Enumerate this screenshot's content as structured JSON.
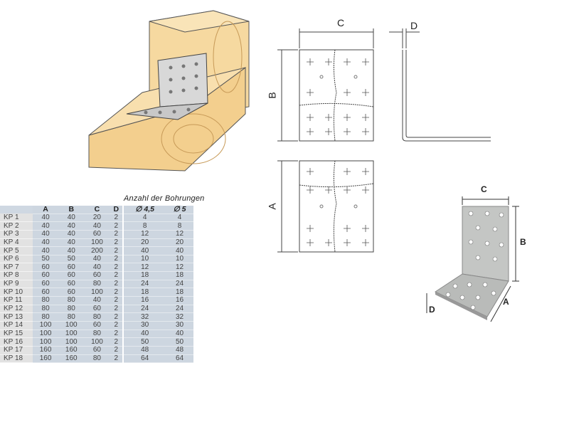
{
  "drawing_labels": {
    "c": "C",
    "d": "D",
    "b": "B",
    "a": "A"
  },
  "photo_labels": {
    "c": "C",
    "b": "B",
    "a": "A",
    "d": "D"
  },
  "table": {
    "caption": "Anzahl der Bohrungen",
    "headers": [
      "",
      "A",
      "B",
      "C",
      "D",
      "∅ 4,5",
      "∅ 5"
    ],
    "rows": [
      [
        "KP 1",
        "40",
        "40",
        "20",
        "2",
        "4",
        "4"
      ],
      [
        "KP 2",
        "40",
        "40",
        "40",
        "2",
        "8",
        "8"
      ],
      [
        "KP 3",
        "40",
        "40",
        "60",
        "2",
        "12",
        "12"
      ],
      [
        "KP 4",
        "40",
        "40",
        "100",
        "2",
        "20",
        "20"
      ],
      [
        "KP 5",
        "40",
        "40",
        "200",
        "2",
        "40",
        "40"
      ],
      [
        "KP 6",
        "50",
        "50",
        "40",
        "2",
        "10",
        "10"
      ],
      [
        "KP 7",
        "60",
        "60",
        "40",
        "2",
        "12",
        "12"
      ],
      [
        "KP 8",
        "60",
        "60",
        "60",
        "2",
        "18",
        "18"
      ],
      [
        "KP 9",
        "60",
        "60",
        "80",
        "2",
        "24",
        "24"
      ],
      [
        "KP 10",
        "60",
        "60",
        "100",
        "2",
        "18",
        "18"
      ],
      [
        "KP 11",
        "80",
        "80",
        "40",
        "2",
        "16",
        "16"
      ],
      [
        "KP 12",
        "80",
        "80",
        "60",
        "2",
        "24",
        "24"
      ],
      [
        "KP 13",
        "80",
        "80",
        "80",
        "2",
        "32",
        "32"
      ],
      [
        "KP 14",
        "100",
        "100",
        "60",
        "2",
        "30",
        "30"
      ],
      [
        "KP 15",
        "100",
        "100",
        "80",
        "2",
        "40",
        "40"
      ],
      [
        "KP 16",
        "100",
        "100",
        "100",
        "2",
        "50",
        "50"
      ],
      [
        "KP 17",
        "160",
        "160",
        "60",
        "2",
        "48",
        "48"
      ],
      [
        "KP 18",
        "160",
        "160",
        "80",
        "2",
        "64",
        "64"
      ]
    ]
  }
}
